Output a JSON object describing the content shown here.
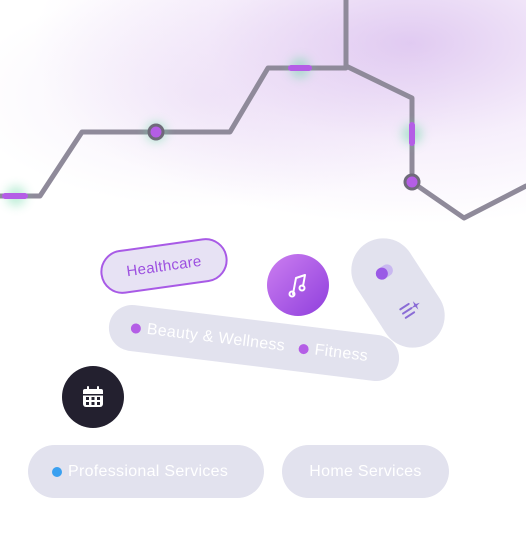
{
  "tags": {
    "healthcare": "Healthcare",
    "beauty_wellness": "Beauty & Wellness",
    "fitness": "Fitness",
    "professional_services": "Professional Services",
    "home_services": "Home Services"
  },
  "icons": {
    "music": "music-note-icon",
    "calendar": "calendar-icon",
    "toggle": "toggle-icon",
    "sparkle_lines": "sparkle-lines-icon"
  },
  "colors": {
    "accent_purple": "#a85ae6",
    "pill_bg": "#e2e2ee",
    "dark_badge": "#23202f",
    "blue_dot": "#3aa0f0",
    "purple_dot": "#b45ee6",
    "circuit_line": "#8f8a9a"
  }
}
